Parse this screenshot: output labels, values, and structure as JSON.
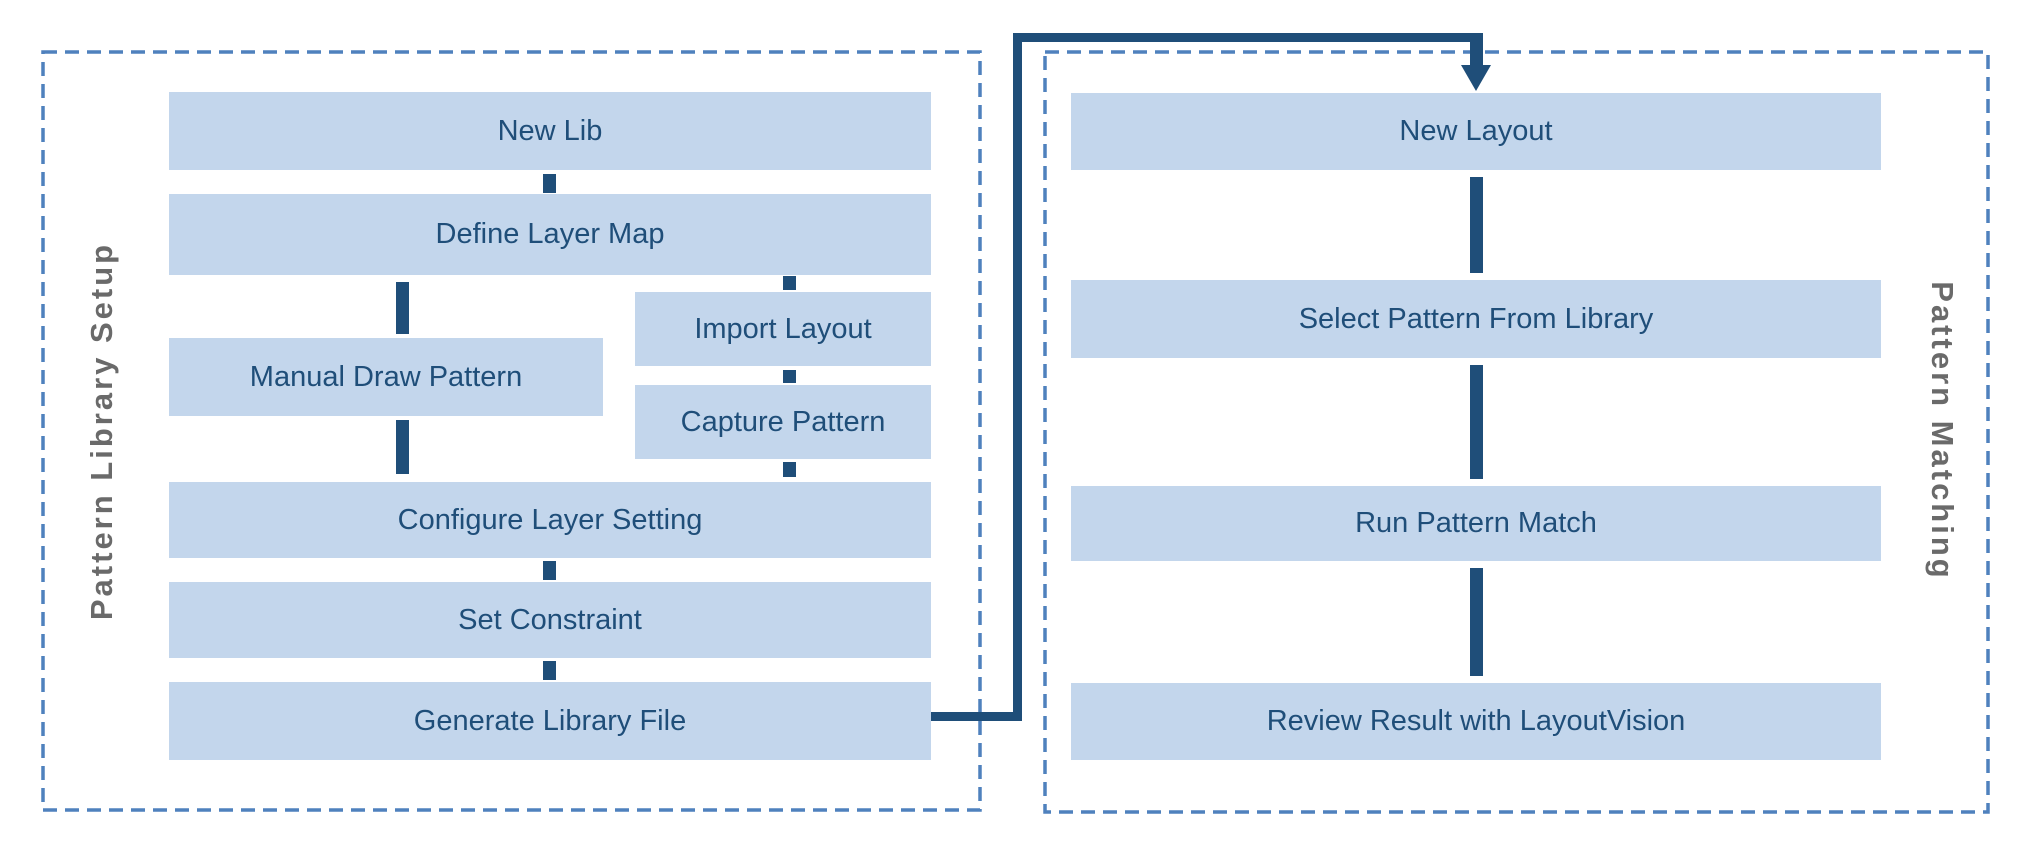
{
  "diagram": {
    "colors": {
      "node_fill": "#C3D6EC",
      "connector_navy": "#1F4E79",
      "node_text": "#1F4E79",
      "dashed_border": "#4F81BD",
      "group_label_gray": "#6A6A6A",
      "background": "#FFFFFF"
    },
    "groups": [
      {
        "title": "Pattern Library Setup",
        "steps": [
          {
            "label": "New Lib"
          },
          {
            "label": "Define Layer Map"
          },
          {
            "label": "Manual Draw Pattern"
          },
          {
            "label": "Import Layout"
          },
          {
            "label": "Capture Pattern"
          },
          {
            "label": "Configure Layer Setting"
          },
          {
            "label": "Set Constraint"
          },
          {
            "label": "Generate Library File"
          }
        ]
      },
      {
        "title": "Pattern Matching",
        "steps": [
          {
            "label": "New Layout"
          },
          {
            "label": "Select Pattern From Library"
          },
          {
            "label": "Run Pattern Match"
          },
          {
            "label": "Review Result with LayoutVision"
          }
        ]
      }
    ]
  }
}
